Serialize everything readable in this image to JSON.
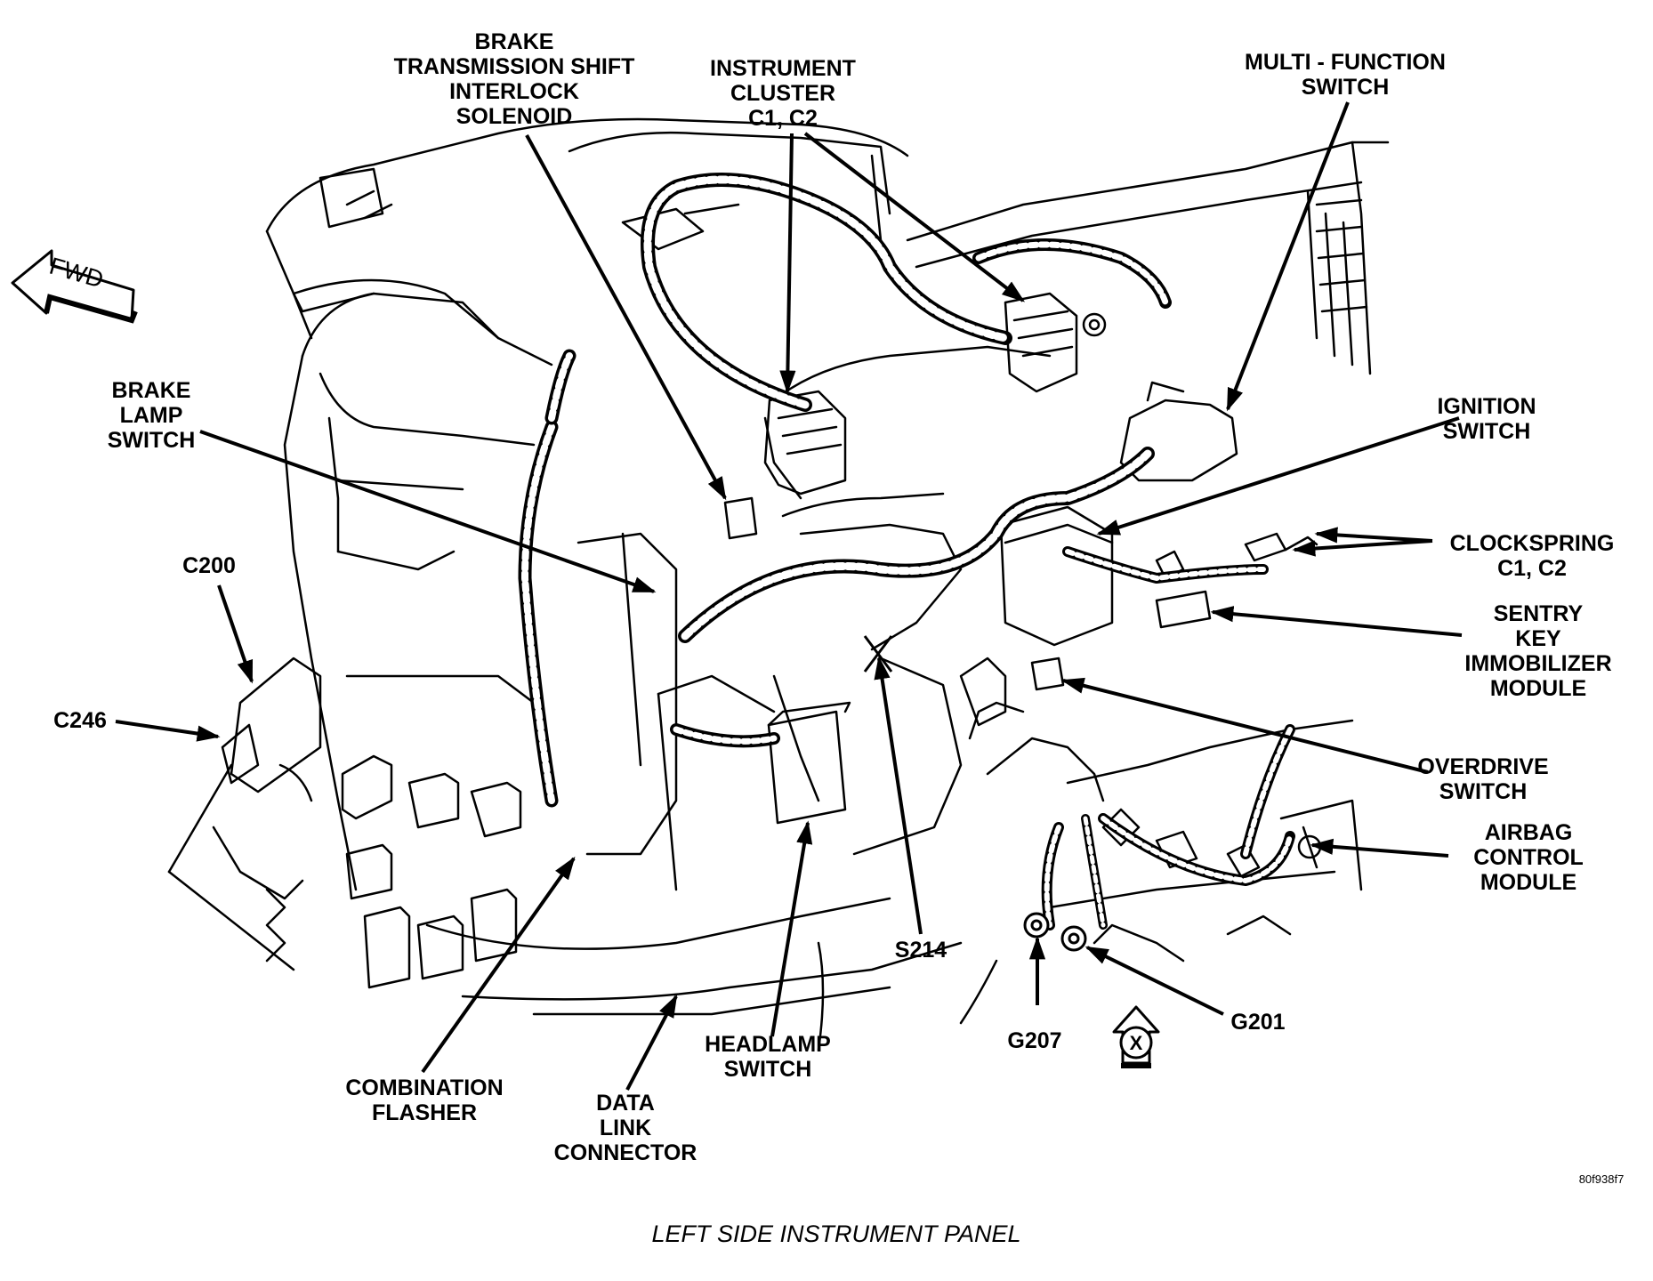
{
  "caption": "LEFT SIDE INSTRUMENT PANEL",
  "figure_id": "80f938f7",
  "fwd_label": "FWD",
  "view_marker": "X",
  "labels": {
    "brake_tsi_solenoid": [
      "BRAKE",
      "TRANSMISSION SHIFT",
      "INTERLOCK",
      "SOLENOID"
    ],
    "instrument_cluster": [
      "INSTRUMENT",
      "CLUSTER",
      "C1, C2"
    ],
    "multi_function_switch": [
      "MULTI - FUNCTION",
      "SWITCH"
    ],
    "brake_lamp_switch": [
      "BRAKE",
      "LAMP",
      "SWITCH"
    ],
    "ignition_switch": [
      "IGNITION",
      "SWITCH"
    ],
    "clockspring": [
      "CLOCKSPRING",
      "C1, C2"
    ],
    "c200": [
      "C200"
    ],
    "sentry_key": [
      "SENTRY",
      "KEY",
      "IMMOBILIZER",
      "MODULE"
    ],
    "c246": [
      "C246"
    ],
    "overdrive_switch": [
      "OVERDRIVE",
      "SWITCH"
    ],
    "airbag_module": [
      "AIRBAG",
      "CONTROL",
      "MODULE"
    ],
    "s214": [
      "S214"
    ],
    "g207": [
      "G207"
    ],
    "g201": [
      "G201"
    ],
    "headlamp_switch": [
      "HEADLAMP",
      "SWITCH"
    ],
    "combination_flasher": [
      "COMBINATION",
      "FLASHER"
    ],
    "data_link_connector": [
      "DATA",
      "LINK",
      "CONNECTOR"
    ]
  }
}
